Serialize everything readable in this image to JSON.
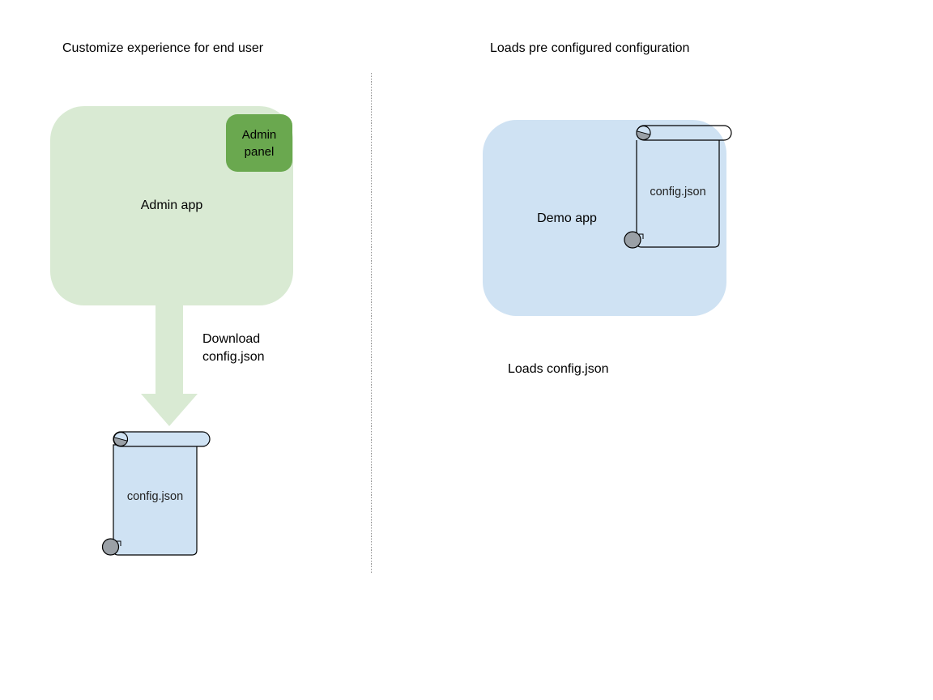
{
  "left": {
    "title": "Customize experience for end user",
    "admin_app_label": "Admin app",
    "admin_panel_label": "Admin panel",
    "arrow_caption_line1": "Download",
    "arrow_caption_line2": "config.json",
    "config_file_label": "config.json"
  },
  "right": {
    "title": "Loads pre configured configuration",
    "demo_app_label": "Demo app",
    "config_file_label": "config.json",
    "caption": "Loads config.json"
  },
  "icons": {
    "down_arrow": "down-arrow-icon",
    "left_config_file": "scroll-document-icon",
    "right_config_file": "scroll-document-icon"
  },
  "colors": {
    "admin_app_fill": "#d9ead3",
    "admin_panel_fill": "#6aa84f",
    "arrow_fill": "#d9ead3",
    "demo_app_fill": "#cfe2f3",
    "file_fill": "#cfe2f3",
    "curl_gray": "#9aa0a6",
    "outline": "#000000",
    "divider_gray": "#949494",
    "text": "#000000"
  }
}
